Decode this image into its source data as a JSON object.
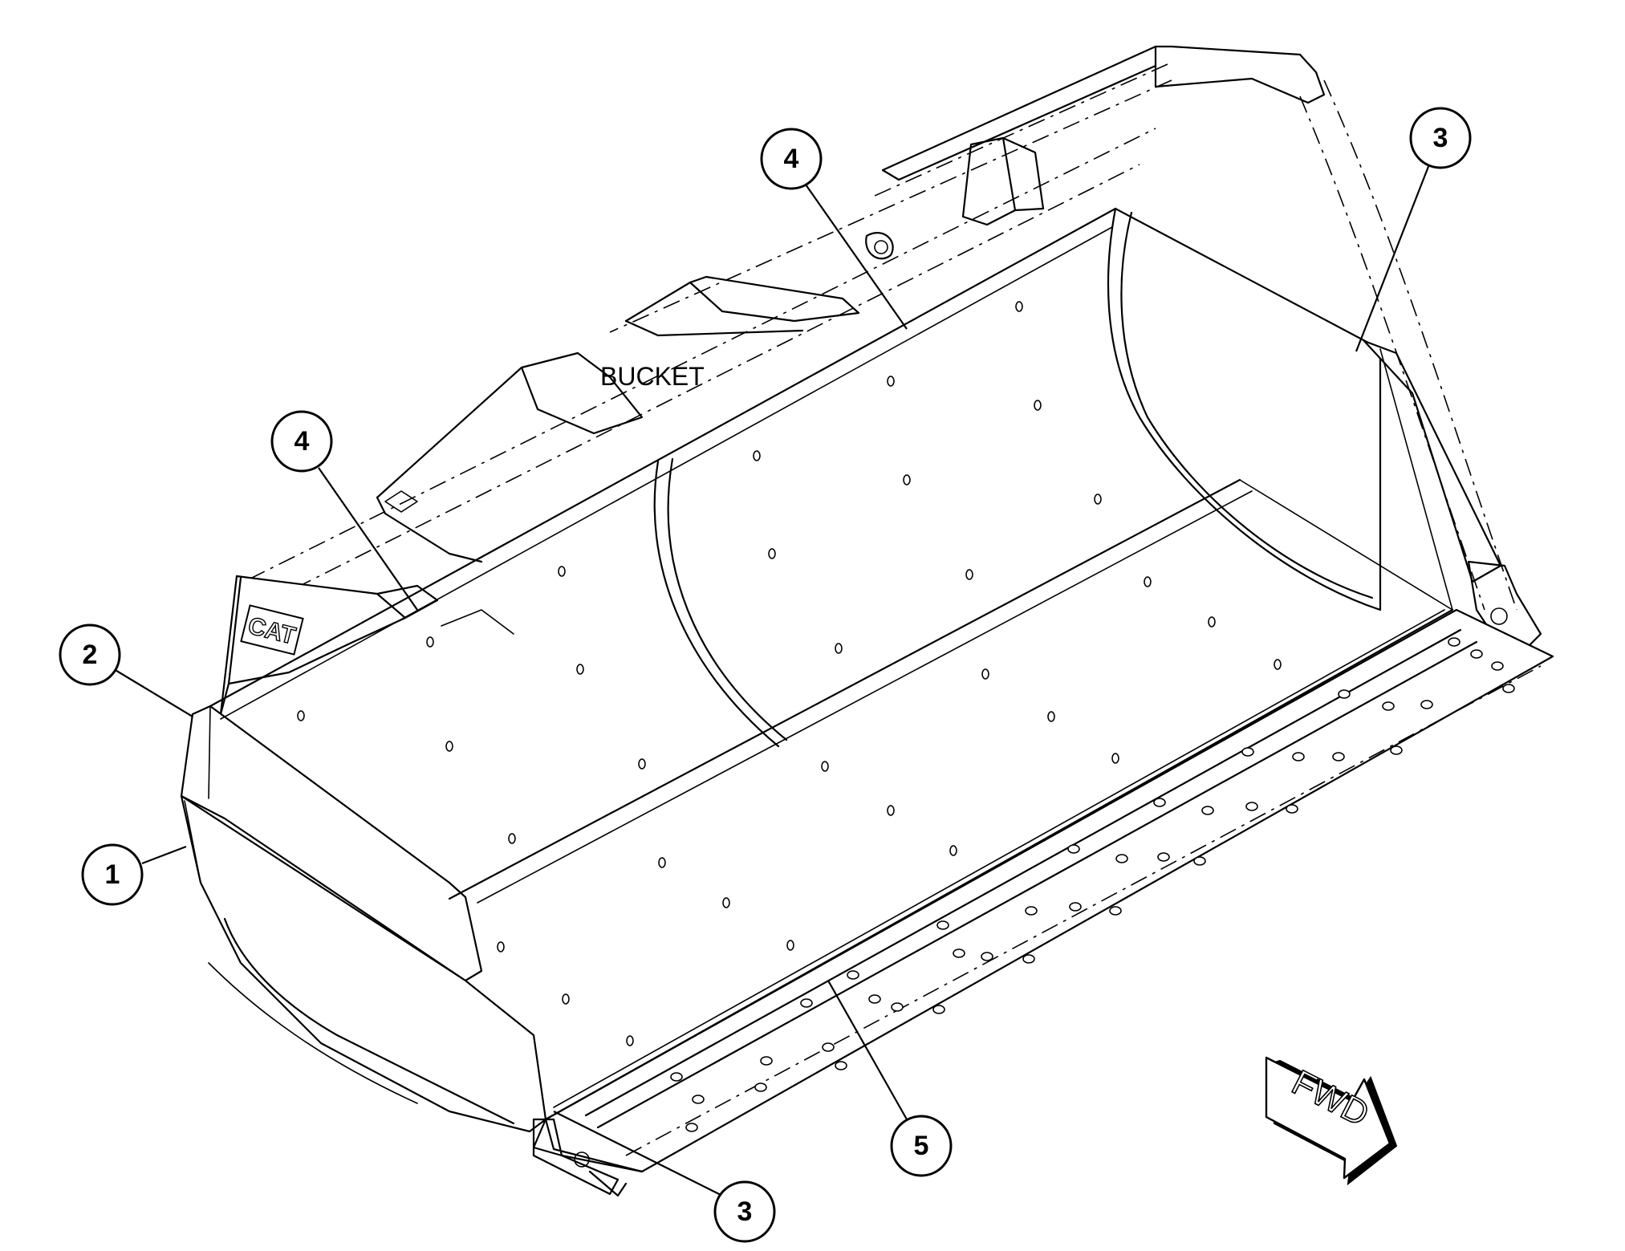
{
  "diagram": {
    "part_label": "BUCKET",
    "logo": "CAT",
    "direction_arrow": "FWD",
    "callouts": [
      {
        "id": "callout-1",
        "number": "1"
      },
      {
        "id": "callout-2",
        "number": "2"
      },
      {
        "id": "callout-3-top",
        "number": "3"
      },
      {
        "id": "callout-3-bottom",
        "number": "3"
      },
      {
        "id": "callout-4-left",
        "number": "4"
      },
      {
        "id": "callout-4-top",
        "number": "4"
      },
      {
        "id": "callout-5",
        "number": "5"
      }
    ]
  }
}
